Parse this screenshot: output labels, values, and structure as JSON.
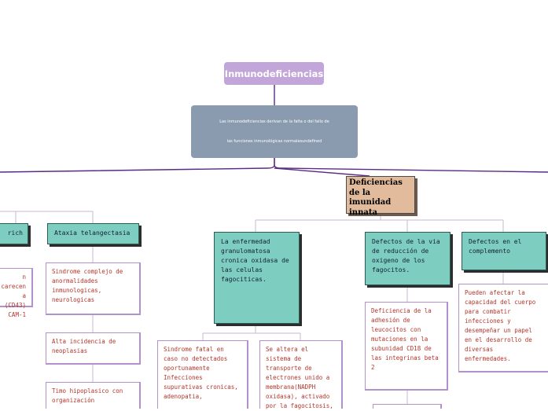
{
  "root": {
    "title": "Inmunodeficiencias"
  },
  "description": {
    "line1": "Las inmunodeficiencias derivan de la falta o del fallo de",
    "line2": "las funciones inmunológicas normalesundefined"
  },
  "branch_innate": {
    "title": "Deficiencias de la imunidad innata"
  },
  "nodes": {
    "wiskott": "rich",
    "ataxia": "Ataxia telangectasia",
    "granulomatosa": "La enfermedad granulomatosa cronica oxidasa de las celulas fagociticas.",
    "reduccion": "Defectos de la via de reducción de oxigeno de los fagocitos.",
    "complemento": "Defectos en el complemento"
  },
  "leaves": {
    "left_partial": "n carecen a (CD43) CAM-1",
    "ataxia_1": "Sindrome complejo de anormalidades inmunologicas, neurologicas",
    "ataxia_2": "Alta incidencia de neoplasias",
    "ataxia_3": "Timo hipoplasico con organización",
    "gran_1": "Sindrome fatal en caso no detectados oportunamente Infecciones supurativas cronicas, adenopatia,",
    "gran_2": "Se altera el sistema de transporte de electrones unido a membrana(NADPH oxidasa), activado por la fagocitosis,",
    "reduccion_1": "Deficiencia de la adhesión de leucocitos con mutaciones en la subunidad CD18 de las integrinas beta 2",
    "complemento_1": "Pueden afectar la capacidad del cuerpo para combatir infecciones y desempeñar un papel en el desarrollo de diversas enfermedades."
  },
  "colors": {
    "root": "#c3a6d9",
    "description": "#8a9bb0",
    "branch": "#e2bb9c",
    "teal": "#7ecdc1",
    "connector": "#5b2a86",
    "leaf_text": "#b3352a"
  }
}
